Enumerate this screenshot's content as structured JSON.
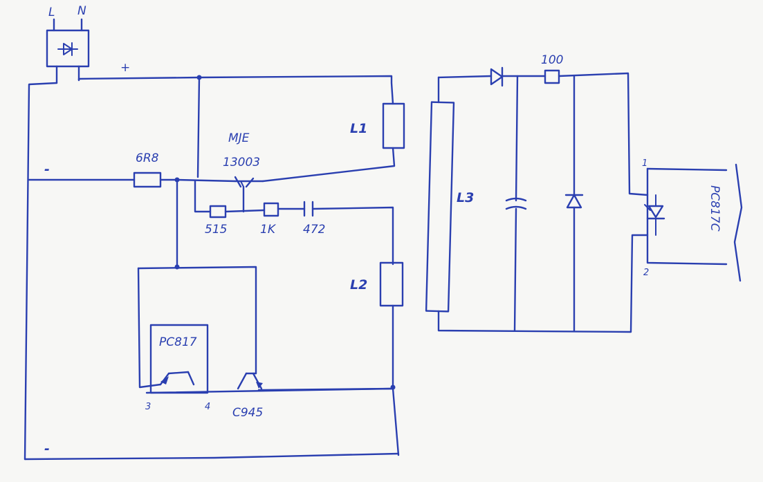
{
  "labels": {
    "live": "L",
    "neutral": "N",
    "plus": "+",
    "minus_top": "-",
    "minus_bottom": "-",
    "resistor_6r8": "6R8",
    "transistor_line1": "MJE",
    "transistor_line2": "13003",
    "inductor_l1": "L1",
    "inductor_l2": "L2",
    "inductor_l3": "L3",
    "resistor_515": "515",
    "resistor_1k": "1K",
    "capacitor_472": "472",
    "optocoupler_left": "PC817",
    "opto_pin3": "3",
    "opto_pin4": "4",
    "transistor_c945": "C945",
    "resistor_100": "100",
    "optocoupler_right": "PC817C",
    "opto_pin1": "1",
    "opto_pin2": "2"
  },
  "colors": {
    "ink": "#2a3fb0",
    "paper": "#f7f7f5"
  }
}
